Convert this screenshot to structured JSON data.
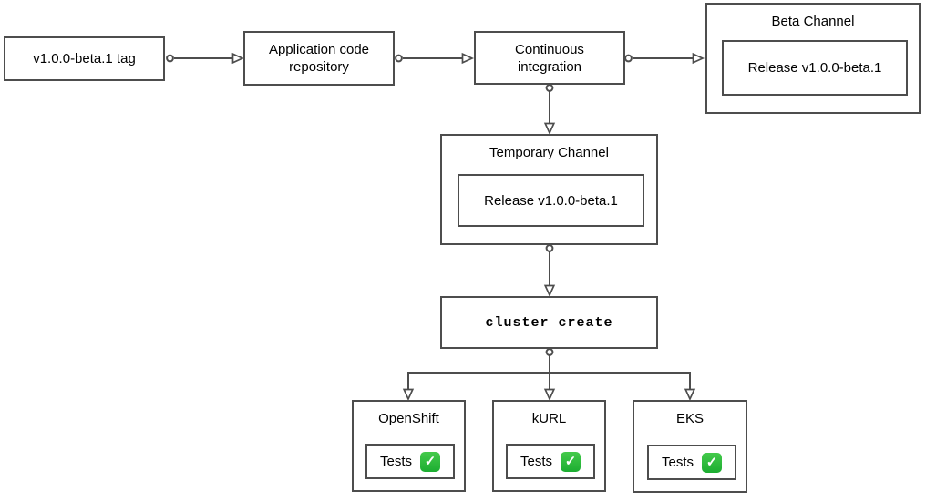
{
  "colors": {
    "background": "#ffffff",
    "box_border": "#4d4d4d",
    "connector": "#4d4d4d",
    "text": "#000000",
    "check_green_top": "#44ca4b",
    "check_green_bottom": "#1cad31",
    "check_mark": "#ffffff"
  },
  "icons": {
    "check_glyph": "✓",
    "check_name": "check-mark-button-icon",
    "connector_source": "circle-port",
    "connector_target": "open-arrowhead"
  },
  "nodes": {
    "tag": {
      "label": "v1.0.0-beta.1 tag"
    },
    "app_repo": {
      "label": "Application code repository"
    },
    "ci": {
      "label": "Continuous integration"
    },
    "beta_channel": {
      "title": "Beta Channel",
      "release": "Release v1.0.0-beta.1"
    },
    "temporary_channel": {
      "title": "Temporary Channel",
      "release": "Release v1.0.0-beta.1"
    },
    "cluster_create": {
      "label": "cluster create"
    },
    "clusters": [
      {
        "title": "OpenShift",
        "tests_label": "Tests",
        "status_icon": "check-mark-button"
      },
      {
        "title": "kURL",
        "tests_label": "Tests",
        "status_icon": "check-mark-button"
      },
      {
        "title": "EKS",
        "tests_label": "Tests",
        "status_icon": "check-mark-button"
      }
    ]
  }
}
